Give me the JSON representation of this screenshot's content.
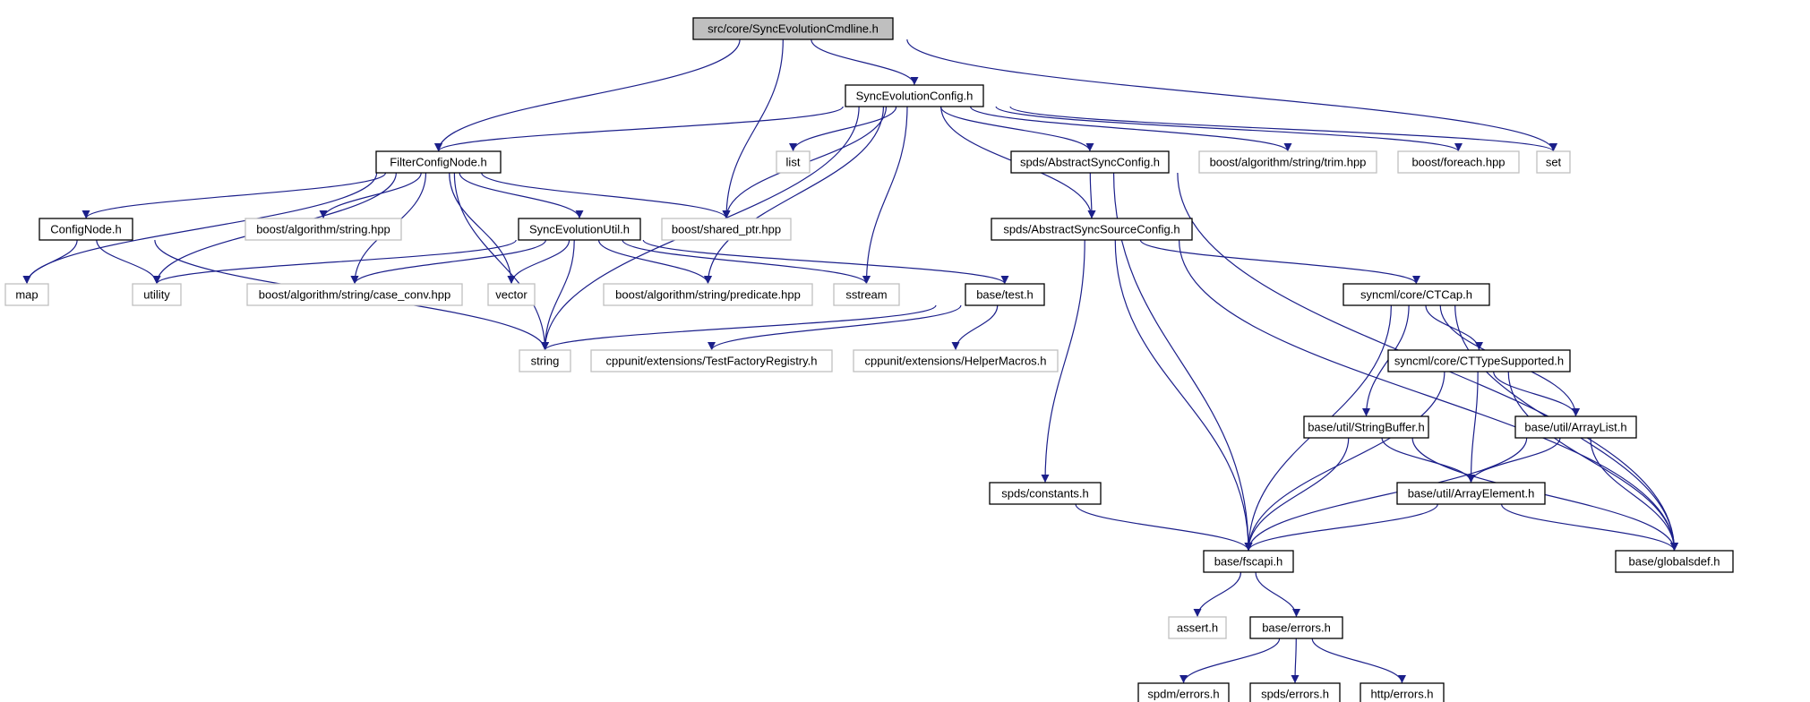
{
  "graph": {
    "nodes": [
      {
        "id": "root",
        "label": "src/core/SyncEvolutionCmdline.h",
        "kind": "root"
      },
      {
        "id": "config",
        "label": "SyncEvolutionConfig.h",
        "kind": "doc"
      },
      {
        "id": "filter",
        "label": "FilterConfigNode.h",
        "kind": "doc"
      },
      {
        "id": "list",
        "label": "list",
        "kind": "ext"
      },
      {
        "id": "abssync",
        "label": "spds/AbstractSyncConfig.h",
        "kind": "doc"
      },
      {
        "id": "trim",
        "label": "boost/algorithm/string/trim.hpp",
        "kind": "ext"
      },
      {
        "id": "foreach",
        "label": "boost/foreach.hpp",
        "kind": "ext"
      },
      {
        "id": "set",
        "label": "set",
        "kind": "ext"
      },
      {
        "id": "confignode",
        "label": "ConfigNode.h",
        "kind": "doc"
      },
      {
        "id": "boostalgo",
        "label": "boost/algorithm/string.hpp",
        "kind": "ext"
      },
      {
        "id": "util",
        "label": "SyncEvolutionUtil.h",
        "kind": "doc"
      },
      {
        "id": "sharedptr",
        "label": "boost/shared_ptr.hpp",
        "kind": "ext"
      },
      {
        "id": "abssource",
        "label": "spds/AbstractSyncSourceConfig.h",
        "kind": "doc"
      },
      {
        "id": "map",
        "label": "map",
        "kind": "ext"
      },
      {
        "id": "utility",
        "label": "utility",
        "kind": "ext"
      },
      {
        "id": "caseconv",
        "label": "boost/algorithm/string/case_conv.hpp",
        "kind": "ext"
      },
      {
        "id": "vector",
        "label": "vector",
        "kind": "ext"
      },
      {
        "id": "predicate",
        "label": "boost/algorithm/string/predicate.hpp",
        "kind": "ext"
      },
      {
        "id": "sstream",
        "label": "sstream",
        "kind": "ext"
      },
      {
        "id": "basetest",
        "label": "base/test.h",
        "kind": "doc"
      },
      {
        "id": "ctcap",
        "label": "syncml/core/CTCap.h",
        "kind": "doc"
      },
      {
        "id": "string",
        "label": "string",
        "kind": "ext"
      },
      {
        "id": "testfactory",
        "label": "cppunit/extensions/TestFactoryRegistry.h",
        "kind": "ext"
      },
      {
        "id": "helpermacros",
        "label": "cppunit/extensions/HelperMacros.h",
        "kind": "ext"
      },
      {
        "id": "cttype",
        "label": "syncml/core/CTTypeSupported.h",
        "kind": "doc"
      },
      {
        "id": "strbuf",
        "label": "base/util/StringBuffer.h",
        "kind": "doc"
      },
      {
        "id": "arraylist",
        "label": "base/util/ArrayList.h",
        "kind": "doc"
      },
      {
        "id": "constants",
        "label": "spds/constants.h",
        "kind": "doc"
      },
      {
        "id": "arrayelem",
        "label": "base/util/ArrayElement.h",
        "kind": "doc"
      },
      {
        "id": "fscapi",
        "label": "base/fscapi.h",
        "kind": "doc"
      },
      {
        "id": "globalsdef",
        "label": "base/globalsdef.h",
        "kind": "doc"
      },
      {
        "id": "asserth",
        "label": "assert.h",
        "kind": "ext"
      },
      {
        "id": "errors",
        "label": "base/errors.h",
        "kind": "doc"
      },
      {
        "id": "spdmerr",
        "label": "spdm/errors.h",
        "kind": "doc"
      },
      {
        "id": "spdserr",
        "label": "spds/errors.h",
        "kind": "doc"
      },
      {
        "id": "httperr",
        "label": "http/errors.h",
        "kind": "doc"
      }
    ],
    "edges": [
      [
        "root",
        "filter"
      ],
      [
        "root",
        "config"
      ],
      [
        "root",
        "sharedptr"
      ],
      [
        "root",
        "set"
      ],
      [
        "config",
        "filter"
      ],
      [
        "config",
        "list"
      ],
      [
        "config",
        "sharedptr"
      ],
      [
        "config",
        "abssync"
      ],
      [
        "config",
        "trim"
      ],
      [
        "config",
        "foreach"
      ],
      [
        "config",
        "set"
      ],
      [
        "config",
        "predicate"
      ],
      [
        "config",
        "sstream"
      ],
      [
        "config",
        "string"
      ],
      [
        "config",
        "abssource"
      ],
      [
        "filter",
        "confignode"
      ],
      [
        "filter",
        "boostalgo"
      ],
      [
        "filter",
        "util"
      ],
      [
        "filter",
        "sharedptr"
      ],
      [
        "filter",
        "map"
      ],
      [
        "filter",
        "utility"
      ],
      [
        "filter",
        "caseconv"
      ],
      [
        "filter",
        "vector"
      ],
      [
        "filter",
        "string"
      ],
      [
        "confignode",
        "map"
      ],
      [
        "confignode",
        "utility"
      ],
      [
        "confignode",
        "string"
      ],
      [
        "util",
        "utility"
      ],
      [
        "util",
        "caseconv"
      ],
      [
        "util",
        "vector"
      ],
      [
        "util",
        "predicate"
      ],
      [
        "util",
        "sstream"
      ],
      [
        "util",
        "basetest"
      ],
      [
        "util",
        "string"
      ],
      [
        "basetest",
        "string"
      ],
      [
        "basetest",
        "testfactory"
      ],
      [
        "basetest",
        "helpermacros"
      ],
      [
        "abssync",
        "abssource"
      ],
      [
        "abssync",
        "fscapi"
      ],
      [
        "abssync",
        "globalsdef"
      ],
      [
        "abssource",
        "ctcap"
      ],
      [
        "abssource",
        "constants"
      ],
      [
        "abssource",
        "fscapi"
      ],
      [
        "abssource",
        "globalsdef"
      ],
      [
        "ctcap",
        "cttype"
      ],
      [
        "ctcap",
        "strbuf"
      ],
      [
        "ctcap",
        "arraylist"
      ],
      [
        "ctcap",
        "fscapi"
      ],
      [
        "ctcap",
        "globalsdef"
      ],
      [
        "cttype",
        "arraylist"
      ],
      [
        "cttype",
        "arrayelem"
      ],
      [
        "cttype",
        "fscapi"
      ],
      [
        "cttype",
        "globalsdef"
      ],
      [
        "strbuf",
        "arrayelem"
      ],
      [
        "strbuf",
        "fscapi"
      ],
      [
        "strbuf",
        "globalsdef"
      ],
      [
        "arraylist",
        "arrayelem"
      ],
      [
        "arraylist",
        "fscapi"
      ],
      [
        "arraylist",
        "globalsdef"
      ],
      [
        "arrayelem",
        "fscapi"
      ],
      [
        "arrayelem",
        "globalsdef"
      ],
      [
        "constants",
        "fscapi"
      ],
      [
        "fscapi",
        "asserth"
      ],
      [
        "fscapi",
        "errors"
      ],
      [
        "errors",
        "spdmerr"
      ],
      [
        "errors",
        "spdserr"
      ],
      [
        "errors",
        "httperr"
      ]
    ]
  }
}
